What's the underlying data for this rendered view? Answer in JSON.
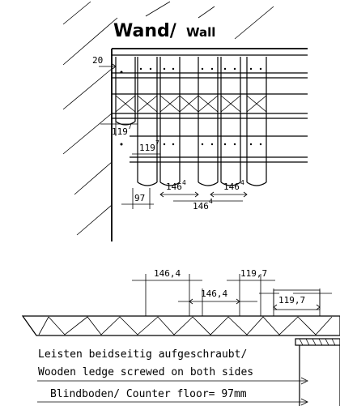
{
  "title": {
    "main": "Wand/",
    "sub": "Wall"
  },
  "plan_view": {
    "dimensions": {
      "wall_gap": "20",
      "spacing_a": {
        "value": "119",
        "sup": "7"
      },
      "spacing_b": {
        "value": "119",
        "sup": "7"
      },
      "offset_97": "97",
      "spacing_c": {
        "value": "146",
        "sup": "4"
      },
      "spacing_d": {
        "value": "146",
        "sup": "4"
      },
      "spacing_e": {
        "value": "146",
        "sup": "4"
      }
    }
  },
  "section_view": {
    "dimensions": {
      "upper_left": "146,4",
      "upper_right": "119,7",
      "lower_middle": "146,4",
      "lower_right": "119,7"
    },
    "notes": {
      "line1": "Leisten beidseitig aufgeschraubt/",
      "line2": "Wooden ledge screwed on both sides",
      "line3": "Blindboden/ Counter floor= 97mm"
    }
  }
}
